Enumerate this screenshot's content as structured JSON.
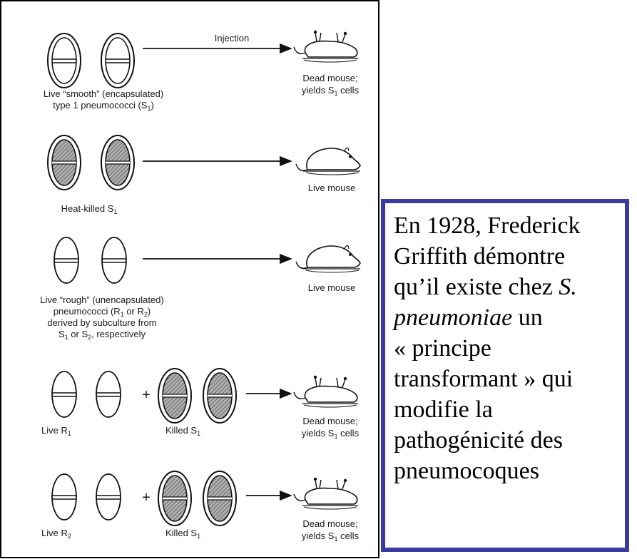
{
  "experiments": [
    {
      "injection_label": "Injection",
      "sample_label_lines": [
        "Live “smooth” (encapsulated)",
        "type 1 pneumococci (S",
        ")"
      ],
      "outcome_lines": [
        "Dead mouse;",
        "yields S",
        " cells"
      ]
    },
    {
      "sample_label": "Heat-killed S",
      "outcome": "Live mouse"
    },
    {
      "sample_label_lines": [
        "Live “rough” (unencapsulated)",
        "pneumococci (R",
        " or R",
        ")",
        "derived by subculture from",
        "S",
        " or S",
        ", respectively"
      ],
      "outcome": "Live mouse"
    },
    {
      "plus": "+",
      "live_label": "Live R",
      "killed_label": "Killed  S",
      "outcome_lines": [
        "Dead mouse;",
        "yields S",
        " cells"
      ]
    },
    {
      "plus": "+",
      "live_label": "Live R",
      "killed_label": "Killed  S",
      "outcome_lines": [
        "Dead mouse;",
        "yields S",
        " cells"
      ]
    }
  ],
  "subscripts": {
    "one": "1",
    "two": "2"
  },
  "caption": {
    "line1": "En 1928, Frederick",
    "line2": "Griffith démontre",
    "line3_pre": "qu’il existe chez ",
    "line3_italic": "S.",
    "line4_italic": "pneumoniae",
    "line4_post": " un",
    "line5": "« principe",
    "line6": "transformant » qui",
    "line7": "modifie la",
    "line8": "pathogénicité des",
    "line9": "pneumocoques"
  },
  "colors": {
    "frame": "#000000",
    "caption_border": "#3a3aa0",
    "hatch": "#8a8a8a"
  }
}
